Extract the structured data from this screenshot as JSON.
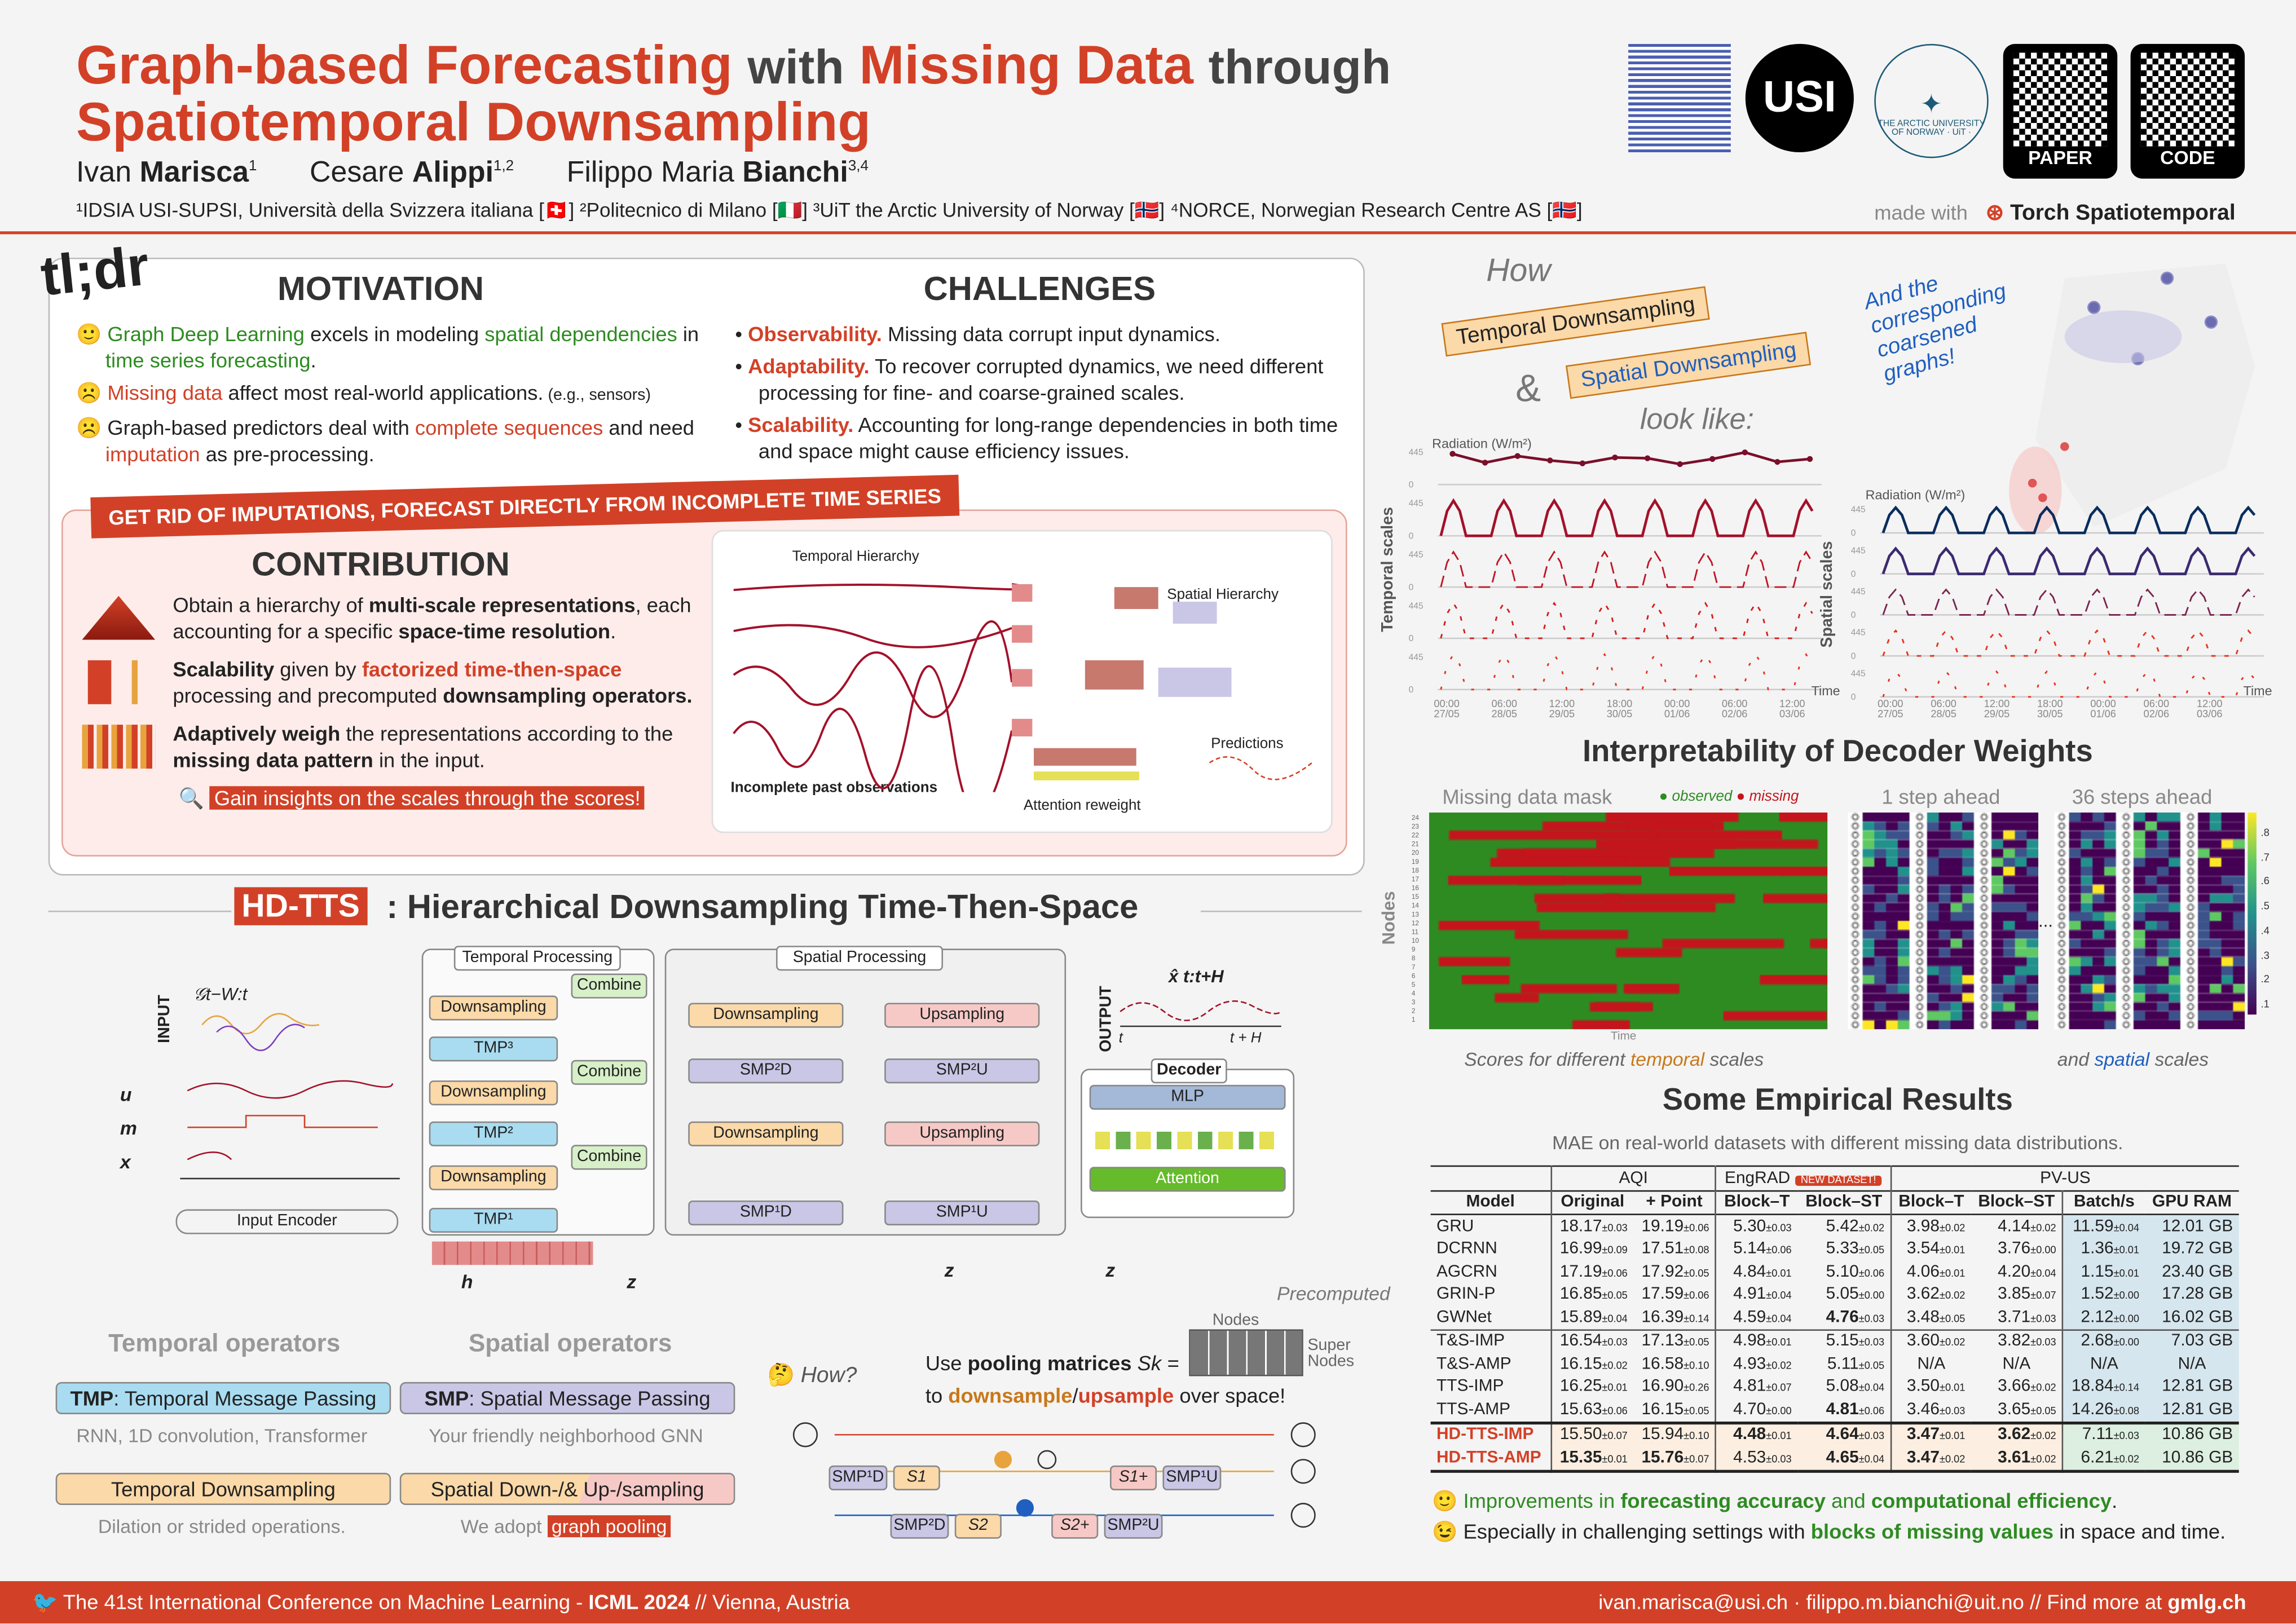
{
  "header": {
    "title_1a": "Graph-based Forecasting",
    "title_1b": "with",
    "title_1c": "Missing Data",
    "title_1d": "through",
    "title_2": "Spatiotemporal Downsampling",
    "authors": [
      {
        "first": "Ivan",
        "last": "Marisca",
        "sup": "1"
      },
      {
        "first": "Cesare",
        "last": "Alippi",
        "sup": "1,2"
      },
      {
        "first": "Filippo Maria",
        "last": "Bianchi",
        "sup": "3,4"
      }
    ],
    "affiliations": "¹IDSIA USI-SUPSI, Università della Svizzera italiana [🇨🇭]   ²Politecnico di Milano [🇮🇹]   ³UiT the Arctic University of Norway [🇳🇴]   ⁴NORCE, Norwegian Research Centre AS [🇳🇴]",
    "logos": {
      "usi": "USI",
      "uit": "THE ARCTIC UNIVERSITY OF NORWAY · UiT ·"
    },
    "qr_paper": "PAPER",
    "qr_code": "CODE",
    "made_with": "made with",
    "tsl": "Torch Spatiotemporal"
  },
  "tldr": "tl;dr",
  "motivation": {
    "title": "MOTIVATION",
    "items": [
      {
        "icon": "smile",
        "pre": "",
        "hl": "Graph Deep Learning",
        "mid": " excels in modeling ",
        "hl2": "spatial dependencies",
        "post": " in ",
        "hl3": "time series forecasting",
        "end": "."
      },
      {
        "icon": "frown",
        "hl": "Missing data",
        "text": " affect most real-world applications.",
        "small": " (e.g., sensors)"
      },
      {
        "icon": "frown",
        "pre": "Graph-based predictors deal with ",
        "hl": "complete sequences",
        "mid": " and need ",
        "hl2": "imputation",
        "post": " as pre-processing."
      }
    ]
  },
  "challenges": {
    "title": "CHALLENGES",
    "items": [
      {
        "head": "Observability.",
        "text": "Missing data corrupt input dynamics."
      },
      {
        "head": "Adaptability.",
        "text": "To recover corrupted dynamics, we need different processing for fine- and coarse-grained scales."
      },
      {
        "head": "Scalability.",
        "text": "Accounting for long-range dependencies in both time and space might cause efficiency issues."
      }
    ]
  },
  "banner": "GET RID OF IMPUTATIONS, FORECAST DIRECTLY FROM INCOMPLETE TIME SERIES",
  "contribution": {
    "title": "CONTRIBUTION",
    "items": [
      {
        "icon": "pyramid",
        "b": "Obtain a hierarchy of ",
        "c": "multi-scale representations",
        "d": ", each accounting for a specific ",
        "e": "space-time resolution",
        "f": "."
      },
      {
        "icon": "factorized",
        "b": "Scalability",
        "c": " given by ",
        "d": "factorized time-then-space",
        "e": " processing and precomputed ",
        "f": "downsampling operators."
      },
      {
        "icon": "bars",
        "b": "Adaptively weigh",
        "c": " the representations according to the ",
        "d": "missing data pattern",
        "e": " in the input.",
        "f": ""
      }
    ],
    "insight": "Gain insights on the scales through the scores!",
    "fig": {
      "temporal": "Temporal Hierarchy",
      "spatial": "Spatial Hierarchy",
      "incomplete": "Incomplete past observations",
      "attention": "Attention reweight",
      "predictions": "Predictions"
    }
  },
  "hdtts": {
    "name": "HD-TTS",
    "title": ": Hierarchical Downsampling Time-Then-Space",
    "input": "INPUT",
    "output": "OUTPUT",
    "graph": "𝒢t−W:t",
    "u": "u",
    "m": "m",
    "x": "x",
    "encoder": "Input Encoder",
    "h": "h",
    "tp": "Temporal Processing",
    "sp": "Spatial Processing",
    "downsampling": "Downsampling",
    "upsampling": "Upsampling",
    "combine": "Combine",
    "tmp3": "TMP³",
    "tmp2": "TMP²",
    "tmp1": "TMP¹",
    "smp2d": "SMP²D",
    "smp2u": "SMP²U",
    "smp1d": "SMP¹D",
    "smp1u": "SMP¹U",
    "decoder": "Decoder",
    "mlp": "MLP",
    "attention": "Attention",
    "xhat": "x̂ t:t+H",
    "t": "t",
    "tH": "t + H",
    "z": "z"
  },
  "operators": {
    "temporal": "Temporal operators",
    "spatial": "Spatial operators",
    "tmp": "TMP",
    "tmp_desc": ": Temporal Message Passing",
    "tmp_sub": "RNN, 1D convolution, Transformer",
    "smp": "SMP",
    "smp_desc": ": Spatial Message Passing",
    "smp_sub": "Your friendly neighborhood GNN",
    "td": "Temporal Downsampling",
    "td_sub": "Dilation or strided operations.",
    "sd": "Spatial Down-/& Up-/sampling",
    "sd_sub_pre": "We adopt",
    "sd_sub_hl": "graph pooling",
    "how": "How?",
    "pool_pre": "Use ",
    "pool_b": "pooling matrices",
    "pool_s": "Sk =",
    "pool_2a": "to ",
    "pool_down": "downsample",
    "pool_slash": "/",
    "pool_up": "upsample",
    "pool_2b": " over space!",
    "nodes": "Nodes",
    "super": "Super Nodes",
    "precomputed": "Precomputed",
    "s1": "S1",
    "s2": "S2",
    "s1p": "S1+",
    "s2p": "S2+"
  },
  "how": {
    "l1": "How",
    "l2": "Temporal Downsampling",
    "l3": "&",
    "l4": "Spatial Downsampling",
    "l5": "look like:",
    "note": "And the corresponding coarsened graphs!"
  },
  "plots": {
    "ylabel_left": "Temporal scales",
    "ylabel_right": "Spatial scales",
    "unit": "Radiation (W/m²)",
    "ytick_hi": "445",
    "ytick_lo": "0",
    "time": "Time",
    "xticks": [
      "00:00 27/05",
      "06:00 28/05",
      "12:00 29/05",
      "18:00 30/05",
      "00:00 01/06",
      "06:00 02/06",
      "12:00 03/06"
    ],
    "temporal_top": [
      420,
      300,
      390,
      330,
      290,
      370,
      360,
      280,
      350,
      440,
      310,
      350
    ],
    "temporal_colors": [
      "#7a0f2a",
      "#a3112a",
      "#c01524",
      "#d51c1c",
      "#e8321d"
    ],
    "spatial_colors": [
      "#0b2d5e",
      "#3c2a70",
      "#7c2450",
      "#e8321d",
      "#e8321d"
    ]
  },
  "interp": {
    "title": "Interpretability of Decoder Weights",
    "mask": "Missing data mask",
    "observed": "observed",
    "missing": "missing",
    "nodes": "Nodes",
    "time": "Time",
    "one": "1 step ahead",
    "thirtysix": "36 steps ahead",
    "dots": "...",
    "colorbar": [
      ".8",
      ".7",
      ".6",
      ".5",
      ".4",
      ".3",
      ".2",
      ".1"
    ],
    "caption_a": "Scores for different ",
    "caption_b": "temporal",
    "caption_c": " scales",
    "caption_d": "and ",
    "caption_e": "spatial",
    "caption_f": " scales",
    "node_ticks": [
      "24",
      "23",
      "22",
      "21",
      "20",
      "19",
      "18",
      "17",
      "16",
      "15",
      "14",
      "13",
      "12",
      "11",
      "10",
      "9",
      "8",
      "7",
      "6",
      "5",
      "4",
      "3",
      "2",
      "1"
    ]
  },
  "results": {
    "title": "Some Empirical Results",
    "subtitle": "MAE on real-world datasets with different missing data distributions.",
    "groups": [
      "AQI",
      "EngRAD",
      "PV-US"
    ],
    "new": "NEW DATASET!",
    "columns": [
      "Model",
      "Original",
      "+ Point",
      "Block–T",
      "Block–ST",
      "Block–T",
      "Block–ST",
      "Batch/s",
      "GPU RAM"
    ],
    "rows": [
      [
        "GRU",
        "18.17",
        "0.03",
        "19.19",
        "0.06",
        "5.30",
        "0.03",
        "5.42",
        "0.02",
        "3.98",
        "0.02",
        "4.14",
        "0.02",
        "11.59",
        "0.04",
        "12.01 GB"
      ],
      [
        "DCRNN",
        "16.99",
        "0.09",
        "17.51",
        "0.08",
        "5.14",
        "0.06",
        "5.33",
        "0.05",
        "3.54",
        "0.01",
        "3.76",
        "0.00",
        "1.36",
        "0.01",
        "19.72 GB"
      ],
      [
        "AGCRN",
        "17.19",
        "0.06",
        "17.92",
        "0.05",
        "4.84",
        "0.01",
        "5.10",
        "0.06",
        "4.06",
        "0.01",
        "4.20",
        "0.04",
        "1.15",
        "0.01",
        "23.40 GB"
      ],
      [
        "GRIN-P",
        "16.85",
        "0.05",
        "17.59",
        "0.06",
        "4.91",
        "0.04",
        "5.05",
        "0.00",
        "3.62",
        "0.02",
        "3.85",
        "0.07",
        "1.52",
        "0.00",
        "17.28 GB"
      ],
      [
        "GWNet",
        "15.89",
        "0.04",
        "16.39",
        "0.14",
        "4.59",
        "0.04",
        "4.76",
        "0.03",
        "3.48",
        "0.05",
        "3.71",
        "0.03",
        "2.12",
        "0.00",
        "16.02 GB"
      ],
      [
        "T&S-IMP",
        "16.54",
        "0.03",
        "17.13",
        "0.05",
        "4.98",
        "0.01",
        "5.15",
        "0.03",
        "3.60",
        "0.02",
        "3.82",
        "0.03",
        "2.68",
        "0.00",
        "7.03 GB"
      ],
      [
        "T&S-AMP",
        "16.15",
        "0.02",
        "16.58",
        "0.10",
        "4.93",
        "0.02",
        "5.11",
        "0.05",
        "N/A",
        "",
        "N/A",
        "",
        "N/A",
        "",
        "N/A"
      ],
      [
        "TTS-IMP",
        "16.25",
        "0.01",
        "16.90",
        "0.26",
        "4.81",
        "0.07",
        "5.08",
        "0.04",
        "3.50",
        "0.01",
        "3.66",
        "0.02",
        "18.84",
        "0.14",
        "12.81 GB"
      ],
      [
        "TTS-AMP",
        "15.63",
        "0.06",
        "16.15",
        "0.05",
        "4.70",
        "0.00",
        "4.81",
        "0.06",
        "3.46",
        "0.03",
        "3.65",
        "0.05",
        "14.26",
        "0.08",
        "12.81 GB"
      ],
      [
        "HD-TTS-IMP",
        "15.50",
        "0.07",
        "15.94",
        "0.10",
        "4.48",
        "0.01",
        "4.64",
        "0.03",
        "3.47",
        "0.01",
        "3.62",
        "0.02",
        "7.11",
        "0.03",
        "10.86 GB"
      ],
      [
        "HD-TTS-AMP",
        "15.35",
        "0.01",
        "15.76",
        "0.07",
        "4.53",
        "0.03",
        "4.65",
        "0.04",
        "3.47",
        "0.02",
        "3.61",
        "0.02",
        "6.21",
        "0.02",
        "10.86 GB"
      ]
    ],
    "bold": [
      [
        4,
        4
      ],
      [
        8,
        4
      ],
      [
        9,
        3
      ],
      [
        9,
        4
      ],
      [
        9,
        5
      ],
      [
        9,
        6
      ],
      [
        10,
        1
      ],
      [
        10,
        2
      ],
      [
        10,
        4
      ],
      [
        10,
        5
      ],
      [
        10,
        6
      ]
    ],
    "note1_a": "Improvements in ",
    "note1_b": "forecasting accuracy",
    "note1_c": " and ",
    "note1_d": "computational efficiency",
    "note1_e": ".",
    "note2_a": "Especially in challenging settings with ",
    "note2_b": "blocks of missing values",
    "note2_c": " in space and time."
  },
  "footer": {
    "left_a": "The 41st International Conference on Machine Learning - ",
    "left_b": "ICML 2024",
    "left_c": " //  Vienna, Austria",
    "right_a": "ivan.marisca@usi.ch · filippo.m.bianchi@uit.no  //  Find more at ",
    "right_b": "gmlg.ch"
  },
  "colors": {
    "accent": "#d24127",
    "green": "#2e8b22",
    "blue": "#1f5fbf",
    "tmp": "#a9dcf1",
    "smp": "#c9c6e6",
    "down": "#fbd9a8",
    "up": "#f7c9c6"
  }
}
